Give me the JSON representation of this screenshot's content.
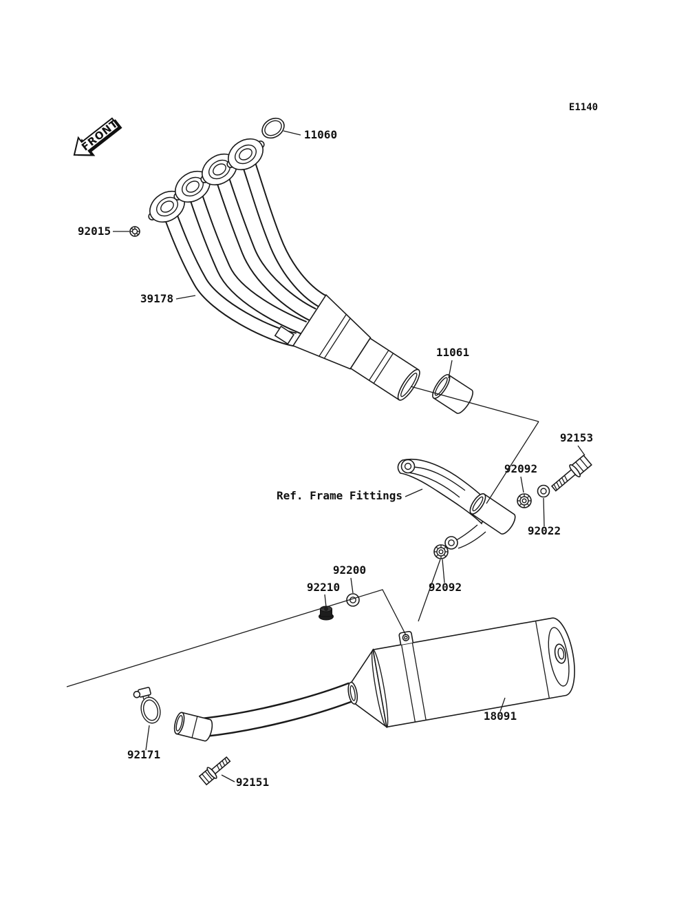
{
  "page": {
    "diagram_code": "E1140",
    "front_label": "FRONT"
  },
  "labels": {
    "p11060": "11060",
    "p92015": "92015",
    "p39178": "39178",
    "p11061": "11061",
    "p92153": "92153",
    "p92092_upper": "92092",
    "p92022": "92022",
    "ref_frame_fittings": "Ref. Frame Fittings",
    "p92200": "92200",
    "p92210": "92210",
    "p92092_lower": "92092",
    "p18091": "18091",
    "p92171": "92171",
    "p92151": "92151"
  }
}
